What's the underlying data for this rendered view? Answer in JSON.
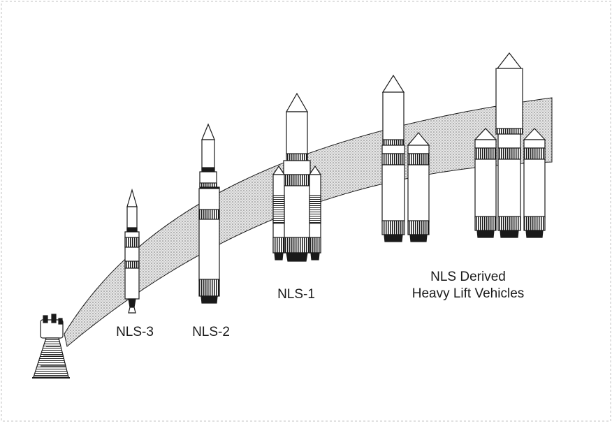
{
  "labels": {
    "nls3": "NLS-3",
    "nls2": "NLS-2",
    "nls1": "NLS-1",
    "hlv_line1": "NLS Derived",
    "hlv_line2": "Heavy Lift Vehicles"
  },
  "colors": {
    "ink": "#1a1a1a",
    "band_fill": "#c8c8c8",
    "paper": "#ffffff",
    "frame": "#e0e0e0"
  }
}
